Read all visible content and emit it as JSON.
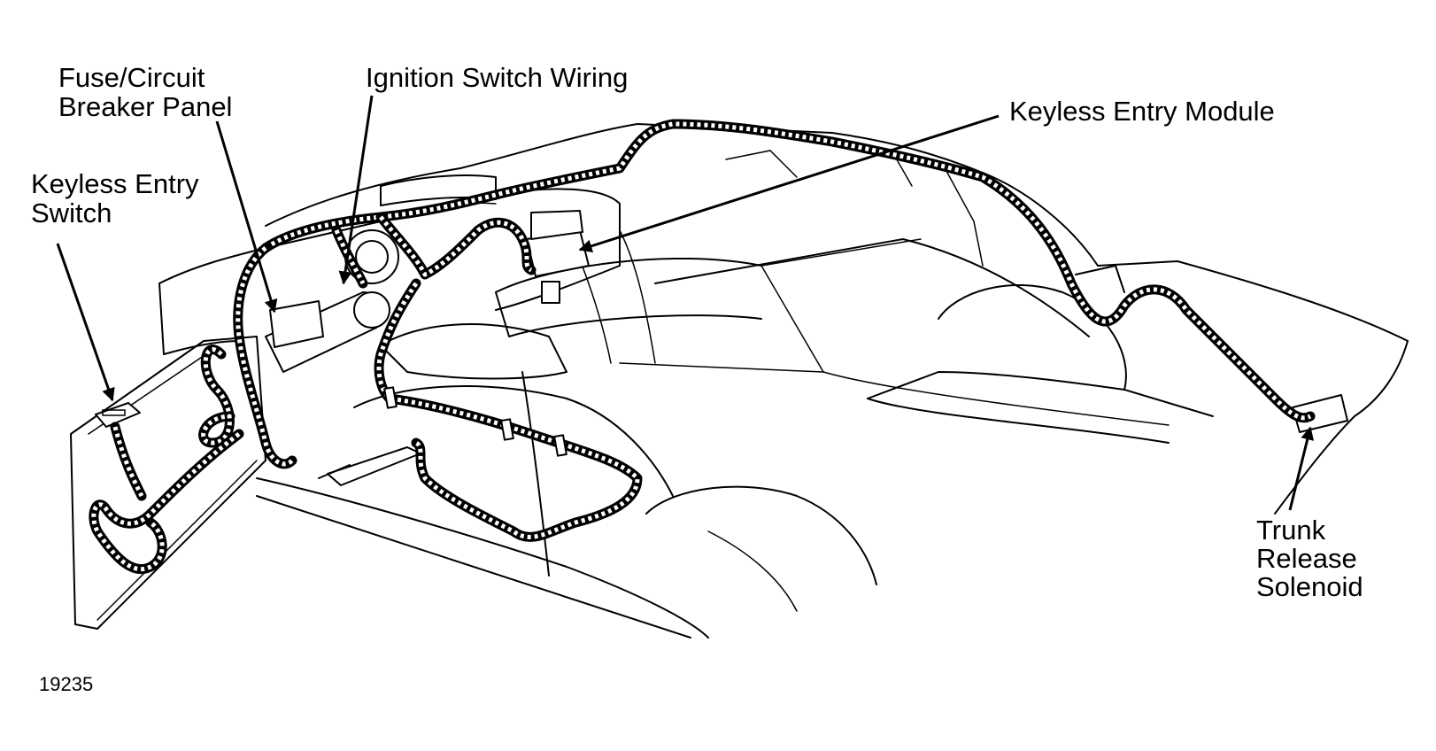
{
  "diagram": {
    "figure_number": "19235",
    "callouts": {
      "fuse_panel": [
        "Fuse/Circuit",
        "Breaker Panel"
      ],
      "ignition_wiring": "Ignition Switch Wiring",
      "keyless_switch": [
        "Keyless Entry",
        "Switch"
      ],
      "keyless_module": "Keyless Entry Module",
      "trunk_solenoid": [
        "Trunk",
        "Release",
        "Solenoid"
      ]
    },
    "colors": {
      "line": "#000000",
      "background": "#ffffff"
    }
  }
}
